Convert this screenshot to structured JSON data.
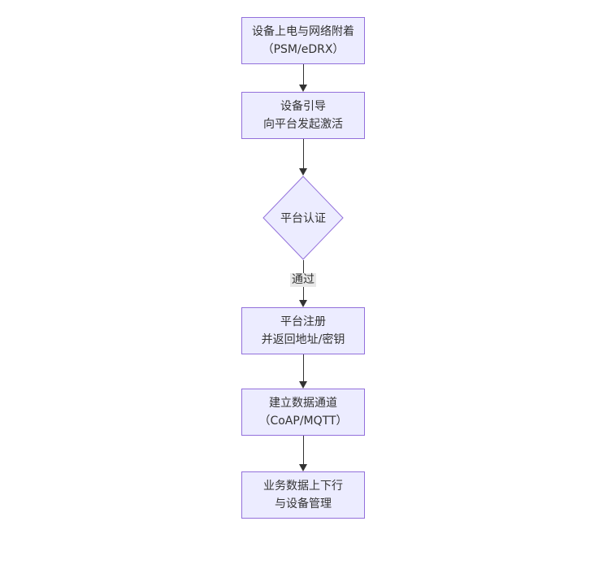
{
  "diagram": {
    "type": "flowchart",
    "direction": "top-down",
    "colors": {
      "background": "#ffffff",
      "node_fill": "#ECECFF",
      "node_border": "#9370DB",
      "text": "#333333",
      "edge": "#333333",
      "edge_label_bg": "#e8e8e8"
    },
    "nodes": [
      {
        "id": "power-attach",
        "shape": "rect",
        "lines": [
          "设备上电与网络附着",
          "（PSM/eDRX）"
        ]
      },
      {
        "id": "bootstrap",
        "shape": "rect",
        "lines": [
          "设备引导",
          "向平台发起激活"
        ]
      },
      {
        "id": "auth-decision",
        "shape": "diamond",
        "lines": [
          "平台认证"
        ]
      },
      {
        "id": "register",
        "shape": "rect",
        "lines": [
          "平台注册",
          "并返回地址/密钥"
        ]
      },
      {
        "id": "data-channel",
        "shape": "rect",
        "lines": [
          "建立数据通道",
          "（CoAP/MQTT）"
        ]
      },
      {
        "id": "business",
        "shape": "rect",
        "lines": [
          "业务数据上下行",
          "与设备管理"
        ]
      }
    ],
    "edges": [
      {
        "from": "power-attach",
        "to": "bootstrap",
        "label": ""
      },
      {
        "from": "bootstrap",
        "to": "auth-decision",
        "label": ""
      },
      {
        "from": "auth-decision",
        "to": "register",
        "label": "通过"
      },
      {
        "from": "register",
        "to": "data-channel",
        "label": ""
      },
      {
        "from": "data-channel",
        "to": "business",
        "label": ""
      }
    ]
  }
}
